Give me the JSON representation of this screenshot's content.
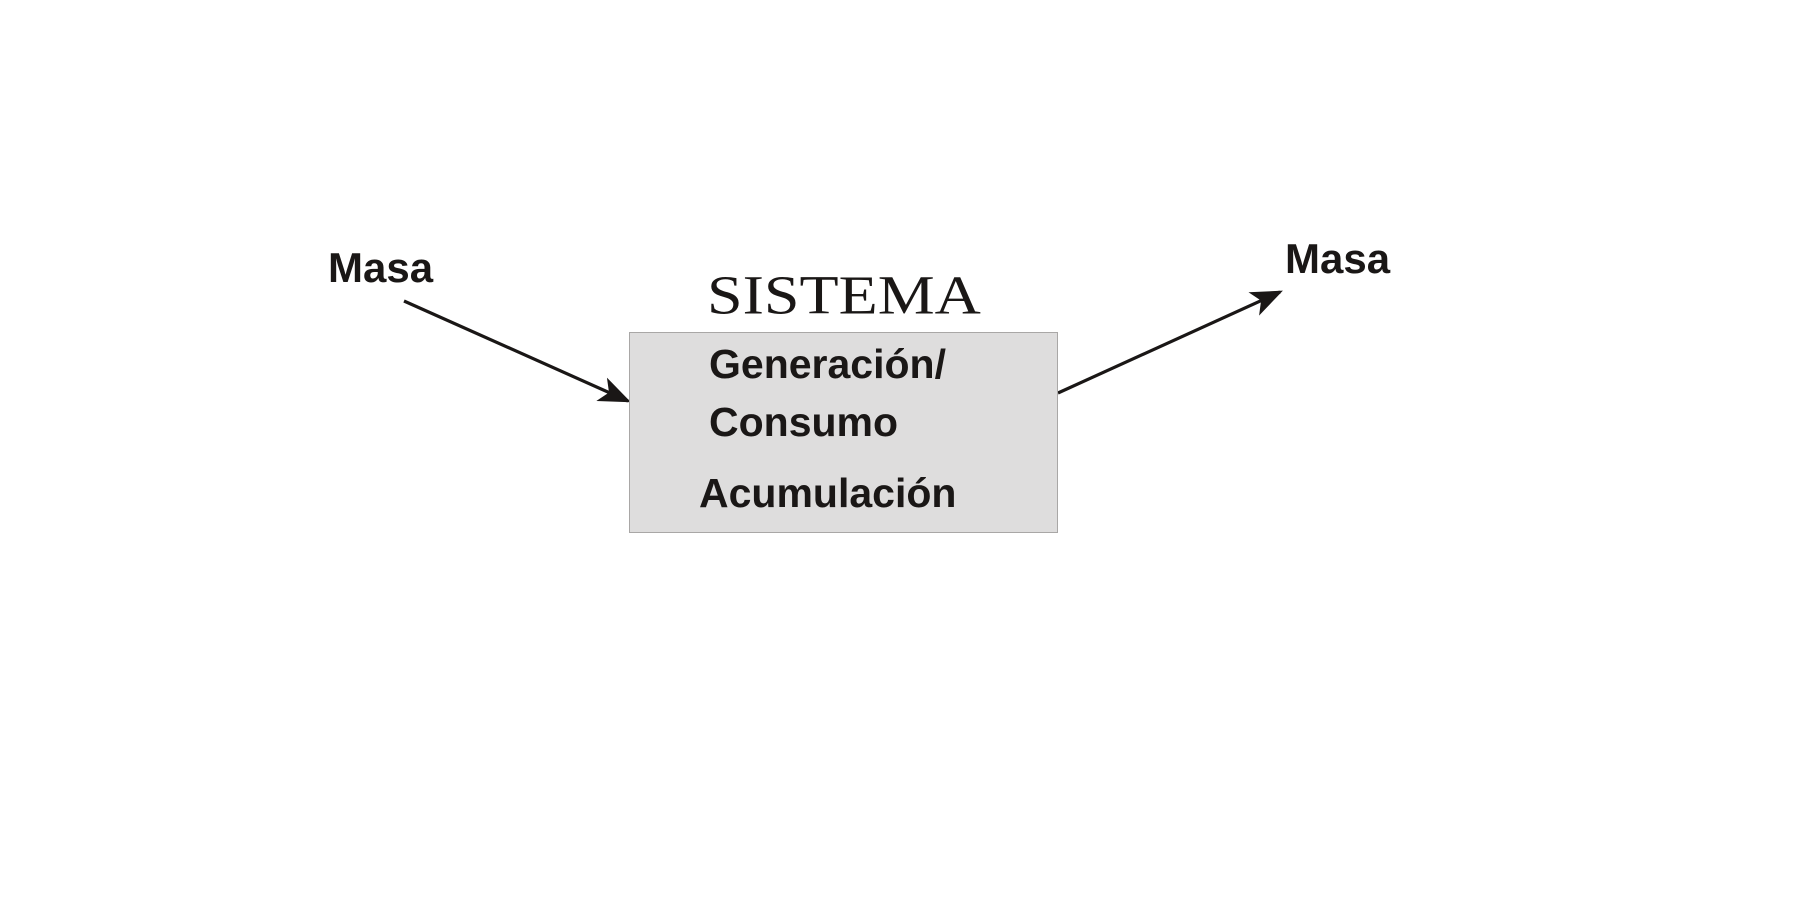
{
  "input": {
    "label": "Masa"
  },
  "output": {
    "label": "Masa"
  },
  "system": {
    "title": "SISTEMA",
    "lines": [
      "Generación/",
      "Consumo",
      "Acumulación"
    ]
  },
  "colors": {
    "text": "#1a1716",
    "box_fill": "#dedddd",
    "box_border": "#a9a7a6",
    "arrow": "#1a1716"
  }
}
